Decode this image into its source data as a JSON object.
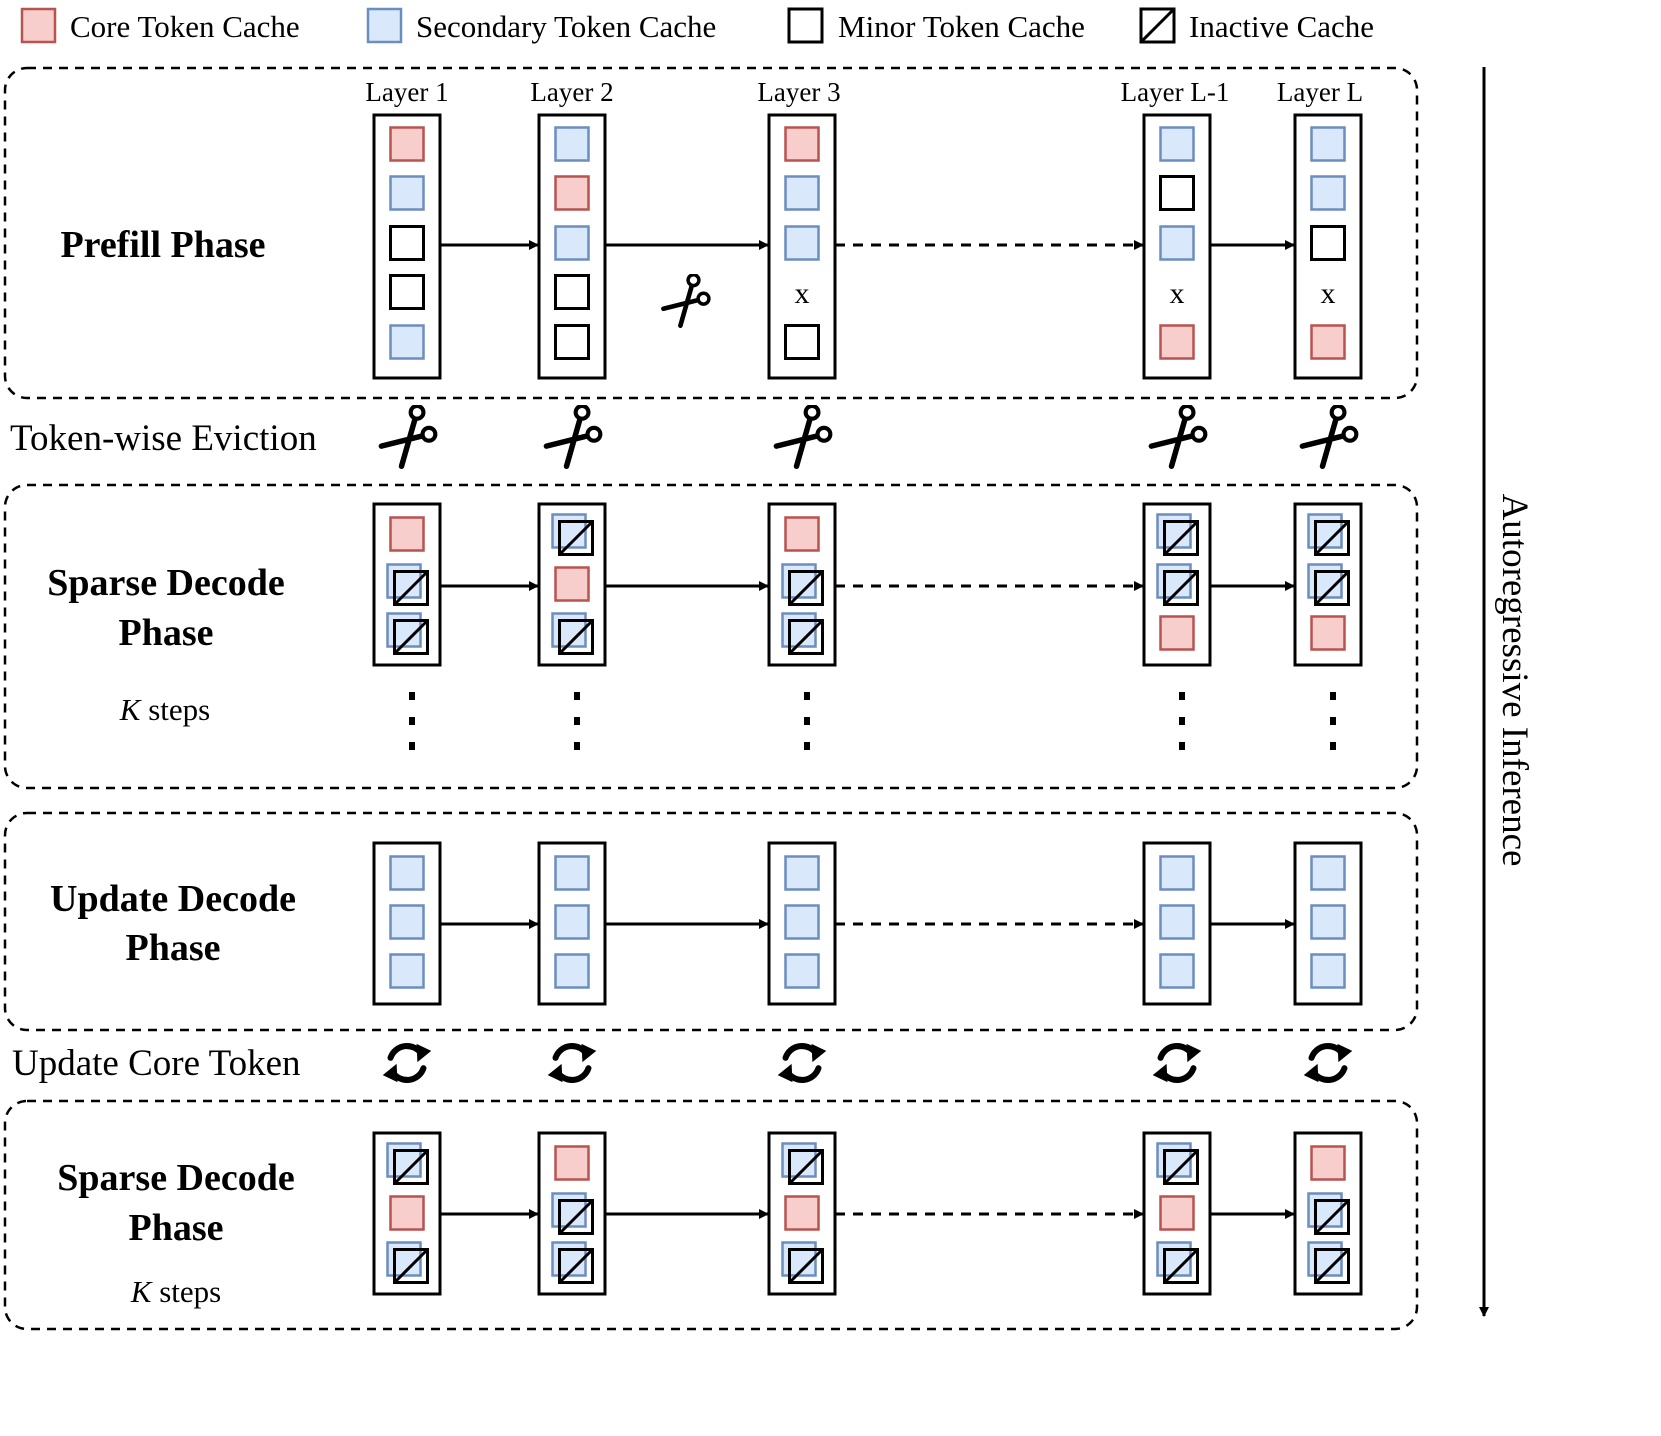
{
  "legend": [
    {
      "type": "core",
      "label": "Core Token Cache"
    },
    {
      "type": "secondary",
      "label": "Secondary Token Cache"
    },
    {
      "type": "minor",
      "label": "Minor Token Cache"
    },
    {
      "type": "inactive",
      "label": "Inactive Cache"
    }
  ],
  "colors": {
    "core_fill": "#f8cecc",
    "core_stroke": "#b85450",
    "secondary_fill": "#dae8fc",
    "secondary_stroke": "#6c8ebf",
    "line": "#000000"
  },
  "layers": [
    "Layer 1",
    "Layer 2",
    "Layer 3",
    "Layer L-1",
    "Layer L"
  ],
  "phases": [
    {
      "id": "prefill",
      "title": [
        "Prefill Phase"
      ],
      "steps_label": "",
      "columns": [
        [
          "core",
          "secondary",
          "minor",
          "minor",
          "secondary"
        ],
        [
          "secondary",
          "core",
          "secondary",
          "minor",
          "minor"
        ],
        [
          "core",
          "secondary",
          "secondary",
          "x",
          "minor"
        ],
        [
          "secondary",
          "minor",
          "secondary",
          "x",
          "core"
        ],
        [
          "secondary",
          "secondary",
          "minor",
          "x",
          "core"
        ]
      ]
    },
    {
      "id": "sparse-decode-1",
      "title": [
        "Sparse Decode",
        "Phase"
      ],
      "steps_prefix": "K",
      "steps_suffix": " steps",
      "columns": [
        [
          "core",
          "inactive",
          "inactive"
        ],
        [
          "inactive",
          "core",
          "inactive"
        ],
        [
          "core",
          "inactive",
          "inactive"
        ],
        [
          "inactive",
          "inactive",
          "core"
        ],
        [
          "inactive",
          "inactive",
          "core"
        ]
      ]
    },
    {
      "id": "update-decode",
      "title": [
        "Update Decode",
        "Phase"
      ],
      "steps_label": "",
      "columns": [
        [
          "secondary",
          "secondary",
          "secondary"
        ],
        [
          "secondary",
          "secondary",
          "secondary"
        ],
        [
          "secondary",
          "secondary",
          "secondary"
        ],
        [
          "secondary",
          "secondary",
          "secondary"
        ],
        [
          "secondary",
          "secondary",
          "secondary"
        ]
      ]
    },
    {
      "id": "sparse-decode-2",
      "title": [
        "Sparse Decode",
        "Phase"
      ],
      "steps_prefix": "K",
      "steps_suffix": " steps",
      "columns": [
        [
          "inactive",
          "core",
          "inactive"
        ],
        [
          "core",
          "inactive",
          "inactive"
        ],
        [
          "inactive",
          "core",
          "inactive"
        ],
        [
          "inactive",
          "core",
          "inactive"
        ],
        [
          "core",
          "inactive",
          "inactive"
        ]
      ]
    }
  ],
  "between_labels": {
    "eviction": "Token-wise Eviction",
    "update": "Update Core Token"
  },
  "axis_label": "Autoregressive Inference",
  "icons": {
    "eviction": "scissors-icon",
    "update": "refresh-icon"
  }
}
